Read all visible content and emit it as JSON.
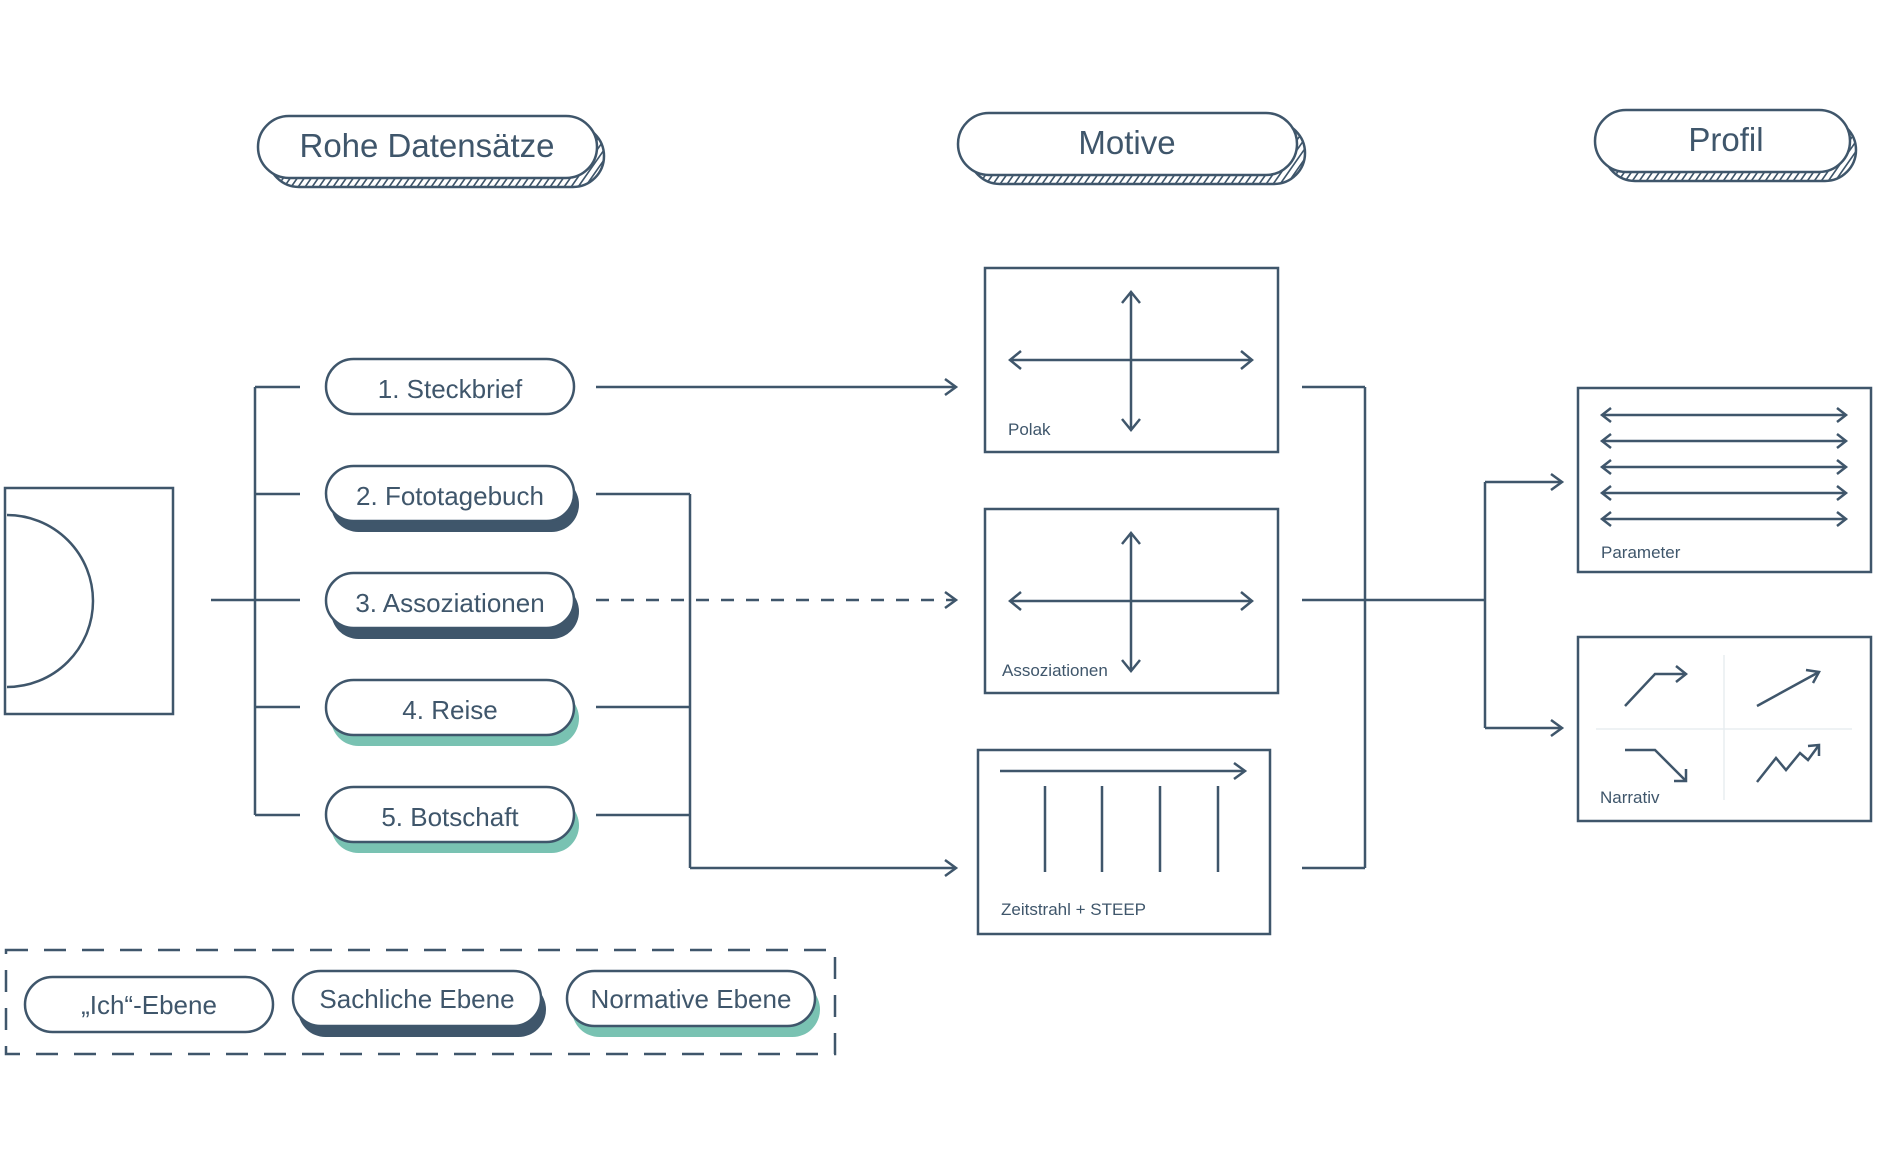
{
  "colors": {
    "ink": "#3f566b",
    "sachlich": "#3f566b",
    "normativ": "#79c2b2",
    "background": "#ffffff"
  },
  "headers": {
    "rohe": "Rohe Datensätze",
    "motive": "Motive",
    "profil": "Profil"
  },
  "datasets": [
    {
      "label": "1. Steckbrief",
      "layer": "ich"
    },
    {
      "label": "2. Fototagebuch",
      "layer": "sachlich"
    },
    {
      "label": "3. Assoziationen",
      "layer": "sachlich"
    },
    {
      "label": "4. Reise",
      "layer": "normativ"
    },
    {
      "label": "5. Botschaft",
      "layer": "normativ"
    }
  ],
  "motives": [
    {
      "label": "Polak",
      "icon": "axis-cross-icon"
    },
    {
      "label": "Assoziationen",
      "icon": "axis-cross-icon"
    },
    {
      "label": "Zeitstrahl + STEEP",
      "icon": "timeline-icon"
    }
  ],
  "profile": [
    {
      "label": "Parameter",
      "icon": "double-arrows-icon"
    },
    {
      "label": "Narrativ",
      "icon": "trend-arrows-icon"
    }
  ],
  "legend": [
    {
      "label": "„Ich“-Ebene",
      "layer": "ich"
    },
    {
      "label": "Sachliche Ebene",
      "layer": "sachlich"
    },
    {
      "label": "Normative Ebene",
      "layer": "normativ"
    }
  ]
}
